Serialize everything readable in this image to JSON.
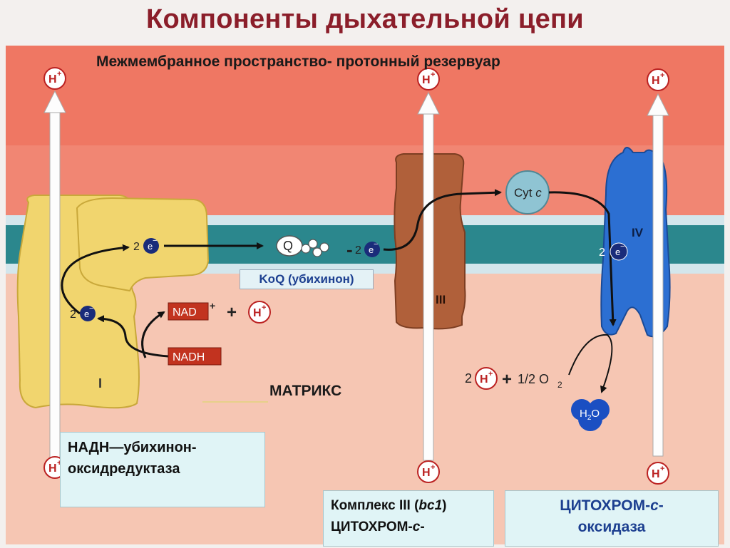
{
  "title": "Компоненты дыхательной цепи",
  "labels": {
    "intermembrane_space": "Межмембранное пространство- протонный резервуар",
    "matrix": "МАТРИКС",
    "koq": "KoQ (убихинон)",
    "proton": "H",
    "proton_sup": "+",
    "electron": "e",
    "electron_sup": "−",
    "two": "2",
    "minus": "-",
    "plus": "+",
    "half_o2": "1/2 O",
    "o2_sub": "2",
    "water": "H",
    "water_sub": "2",
    "water_o": "O",
    "q": "Q",
    "cyt_c": "Cyt",
    "cyt_c_italic": "c",
    "nad": "NAD",
    "nad_sup": "+",
    "nadh": "NADH",
    "complex_i": "I",
    "complex_iii": "III",
    "complex_iv": "IV"
  },
  "boxes": {
    "complex1_line1": "НАДН—убихинон-",
    "complex1_line2": "оксидредуктаза",
    "complex3_line1": "Комплекс III (",
    "complex3_italic": "bc1",
    "complex3_close": ")",
    "complex3_line2a": "ЦИТОХРОМ-",
    "complex3_line2_italic": "с",
    "complex3_line2b": "-",
    "complex4_line1a": "ЦИТОХРОМ-",
    "complex4_line1_italic": "с",
    "complex4_line1b": "-",
    "complex4_line2": "оксидаза"
  },
  "colors": {
    "intermembrane": "#ef7763",
    "membrane_outer": "#d3e6ec",
    "membrane_core": "#2b878d",
    "matrix": "#f6c6b3",
    "complex_i": "#f1d56e",
    "complex_iii": "#b0603a",
    "complex_iv": "#2c6fd2",
    "cyt_c": "#8fc4d3",
    "electron": "#1a2c7a",
    "nad_box": "#c2331f",
    "title": "#8b1e2a"
  }
}
